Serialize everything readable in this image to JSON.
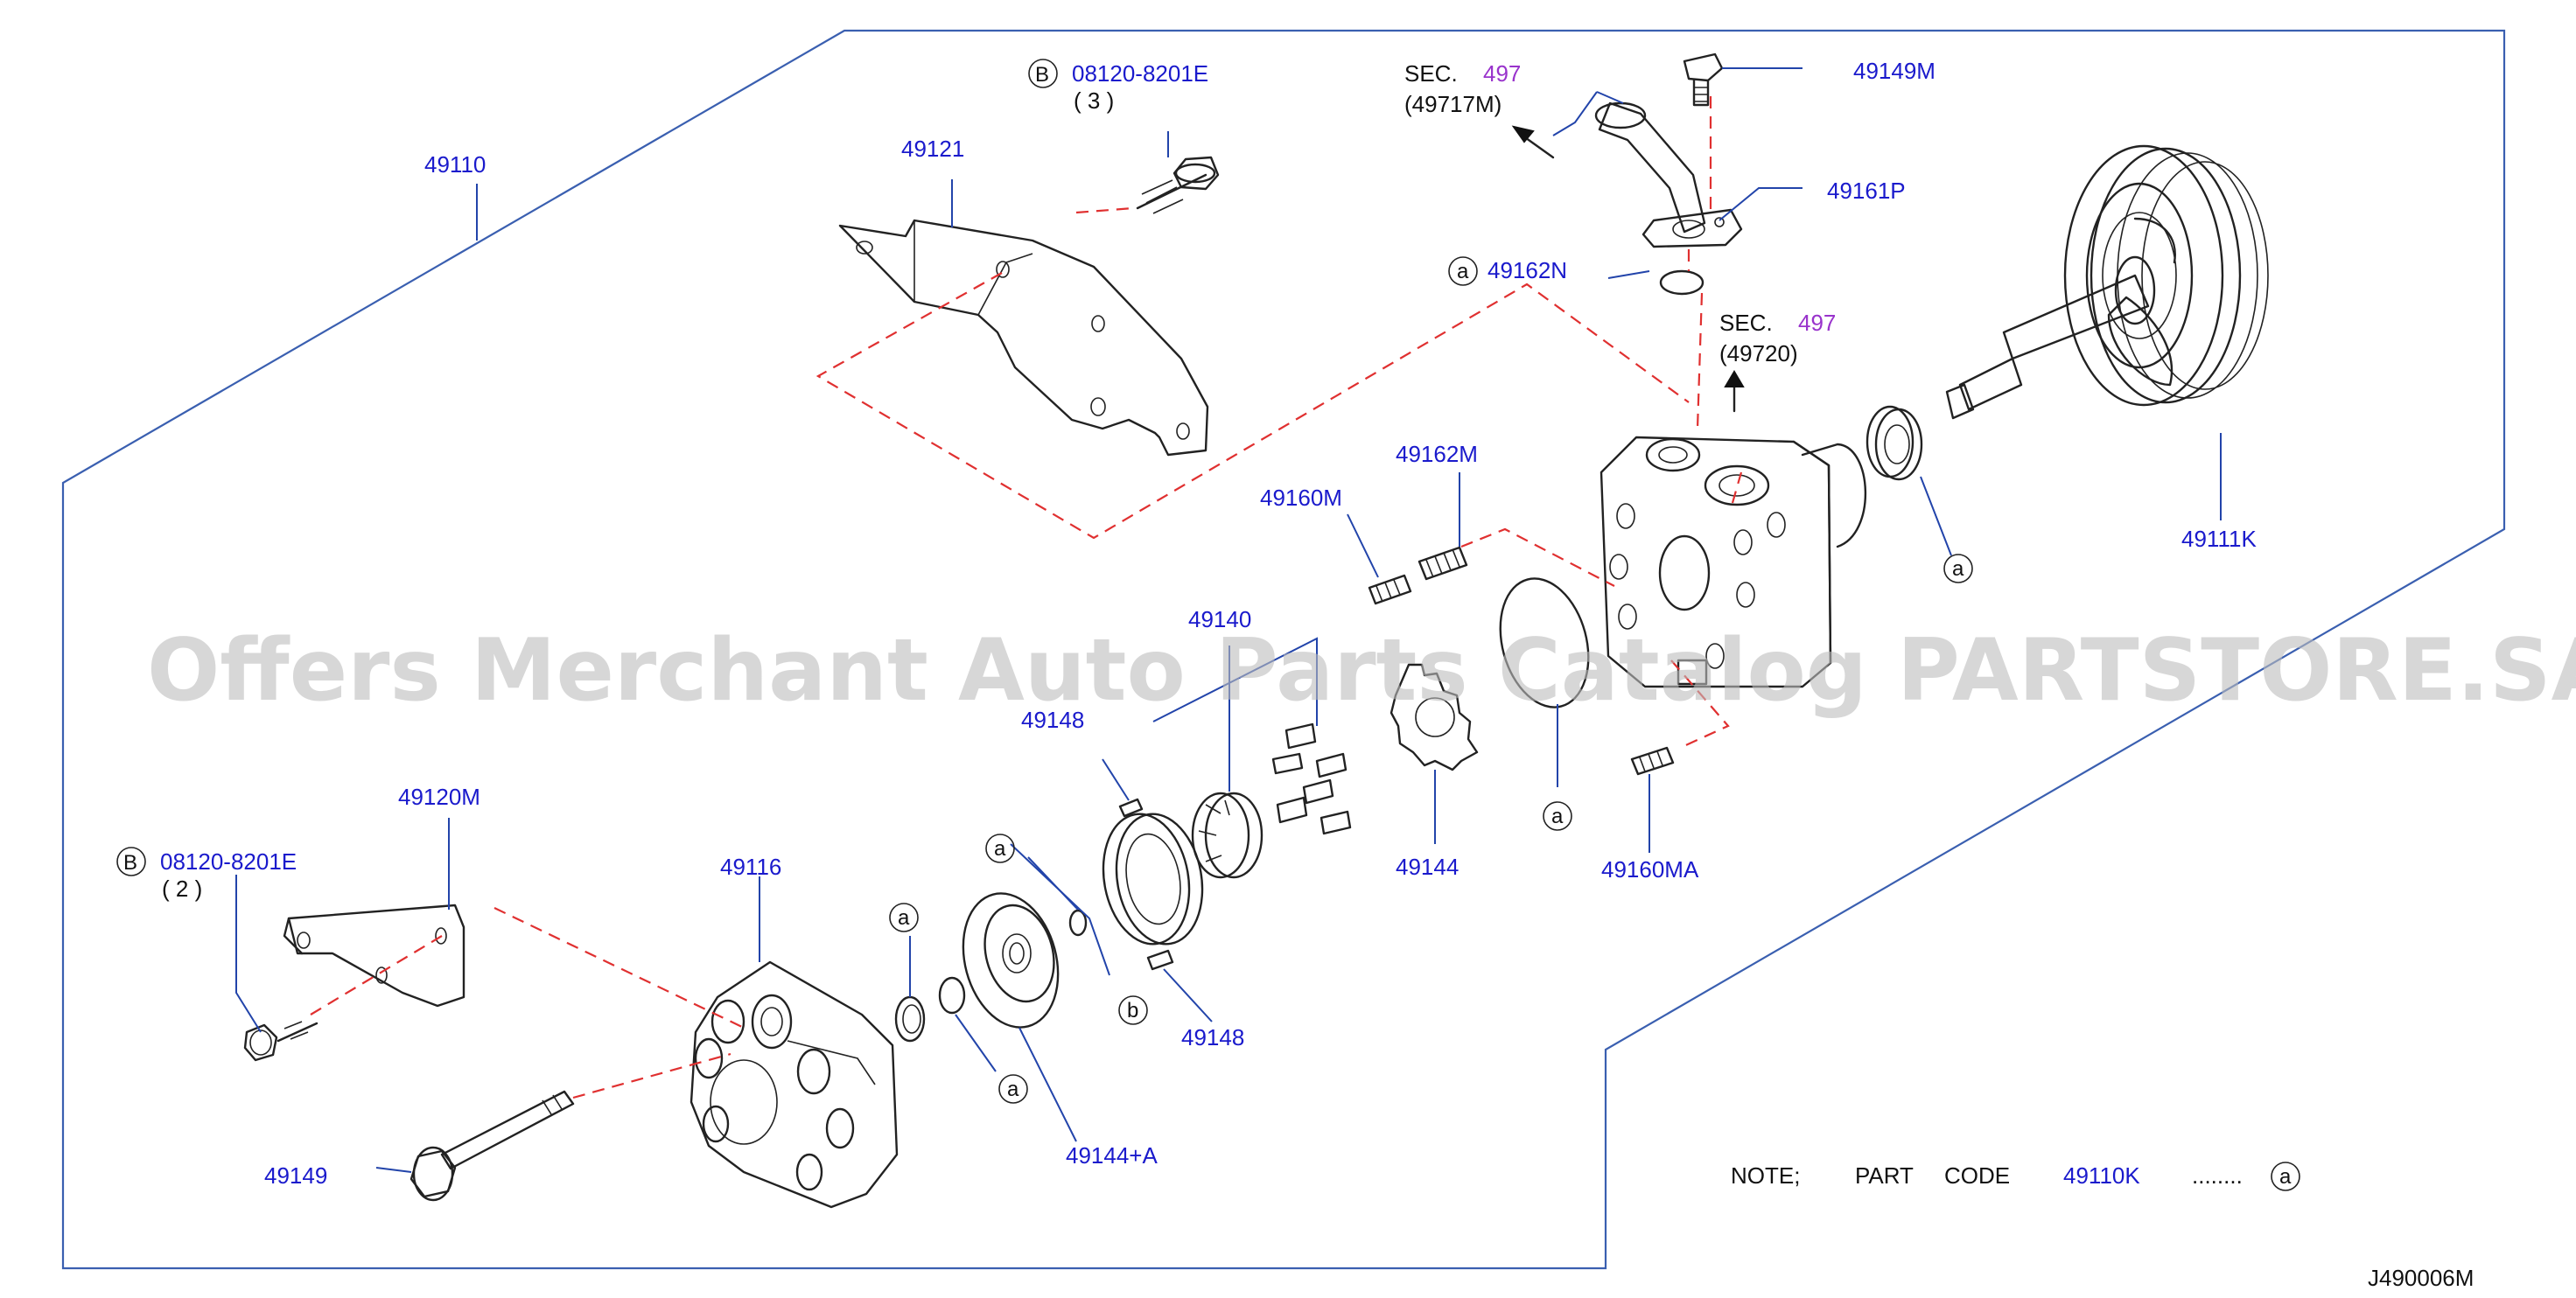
{
  "labels": {
    "p49110": "49110",
    "p49121": "49121",
    "bolt_top_code": "08120-8201E",
    "bolt_top_qty": "( 3 )",
    "p49149M": "49149M",
    "sec_top": "SEC.",
    "sec_top_num": "497",
    "sec_top_ref": "(49717M)",
    "p49161P": "49161P",
    "p49162N": "49162N",
    "sec_mid": "SEC.",
    "sec_mid_num": "497",
    "sec_mid_ref": "(49720)",
    "p49162M": "49162M",
    "p49160M": "49160M",
    "p49111K": "49111K",
    "p49140": "49140",
    "p49148_top": "49148",
    "p49148_bot": "49148",
    "p49144": "49144",
    "p49160MA": "49160MA",
    "p49120M": "49120M",
    "bolt_left_code": "08120-8201E",
    "bolt_left_qty": "( 2 )",
    "p49116": "49116",
    "p49144A": "49144+A",
    "p49149": "49149",
    "note": "NOTE;",
    "note_part": "PART",
    "note_code": "CODE",
    "note_num": "49110K",
    "note_dots": "........",
    "diagram_id": "J490006M"
  },
  "callouts": {
    "a": "a",
    "b": "b",
    "B": "B"
  },
  "watermark": "Offers Merchant Auto Parts Catalog PARTSTORE.SA",
  "colors": {
    "part_number": "#1a1acc",
    "section_number": "#9933cc",
    "frame": "#3a5fb0",
    "dashed_leader": "#e03030"
  }
}
